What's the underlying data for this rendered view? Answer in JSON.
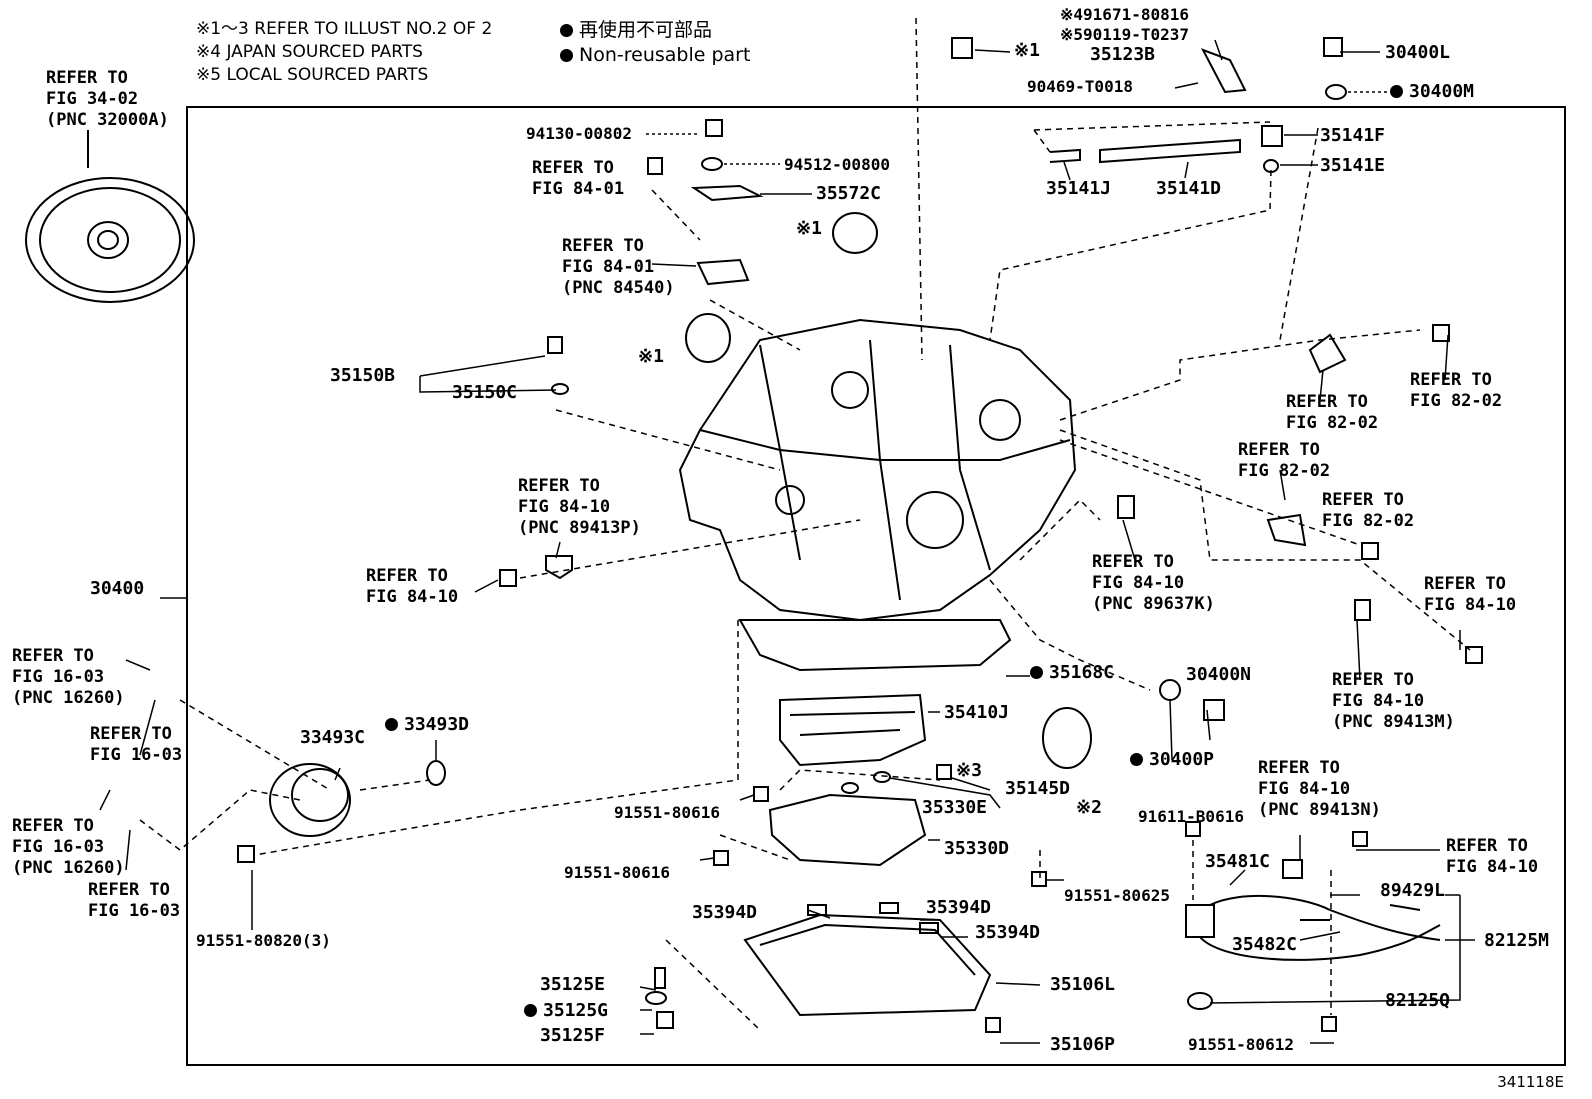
{
  "notes": [
    "※1～3 REFER TO ILLUST NO.2 OF 2",
    "※4 JAPAN SOURCED PARTS",
    "※5 LOCAL SOURCED PARTS"
  ],
  "legend": [
    "再使用不可部品",
    "Non-reusable part"
  ],
  "parts": {
    "p1": "※1",
    "p2": "※491671-80816",
    "p3": "※590119-T0237",
    "p4": "35123B",
    "p5": "90469-T0018",
    "p6": "30400L",
    "p7": "30400M",
    "p8": "35141F",
    "p9": "35141E",
    "p10": "35141J",
    "p11": "35141D",
    "p12": "94130-00802",
    "p13": "94512-00800",
    "p14": "35572C",
    "p15": "※1",
    "p16": "※1",
    "p17": "35150B",
    "p18": "35150C",
    "p19": "30400",
    "p20": "35168C",
    "p21": "30400N",
    "p22": "35410J",
    "p23": "33493C",
    "p24": "33493D",
    "p25": "※3",
    "p26": "35145D",
    "p27": "91551-80616",
    "p28": "35330E",
    "p29": "※2",
    "p30": "30400P",
    "p31": "35330D",
    "p32": "91551-80616",
    "p33": "35394D",
    "p34": "35394D",
    "p35": "91551-80625",
    "p36": "35394D",
    "p37": "91551-80820(3)",
    "p38": "35125E",
    "p39": "35125G",
    "p40": "35125F",
    "p41": "35106L",
    "p42": "35106P",
    "p43": "91611-B0616",
    "p44": "35481C",
    "p45": "89429L",
    "p46": "82125M",
    "p47": "35482C",
    "p48": "82125Q",
    "p49": "91551-80612"
  },
  "refs": {
    "r1": "REFER TO\nFIG 34-02\n(PNC 32000A)",
    "r2": "REFER TO\nFIG 84-01",
    "r3": "REFER TO\nFIG 84-01\n(PNC 84540)",
    "r4": "REFER TO\nFIG 82-02",
    "r5": "REFER TO\nFIG 82-02",
    "r6": "REFER TO\nFIG 82-02",
    "r7": "REFER TO\nFIG 82-02",
    "r8": "REFER TO\nFIG 84-10\n(PNC 89413P)",
    "r9": "REFER TO\nFIG 84-10",
    "r10": "REFER TO\nFIG 84-10\n(PNC 89637K)",
    "r11": "REFER TO\nFIG 84-10",
    "r12": "REFER TO\nFIG 84-10\n(PNC 89413M)",
    "r13": "REFER TO\nFIG 16-03\n(PNC 16260)",
    "r14": "REFER TO\nFIG 16-03",
    "r15": "REFER TO\nFIG 16-03\n(PNC 16260)",
    "r16": "REFER TO\nFIG 16-03",
    "r17": "REFER TO\nFIG 84-10\n(PNC 89413N)",
    "r18": "REFER TO\nFIG 84-10"
  },
  "illustration_code": "341118E"
}
